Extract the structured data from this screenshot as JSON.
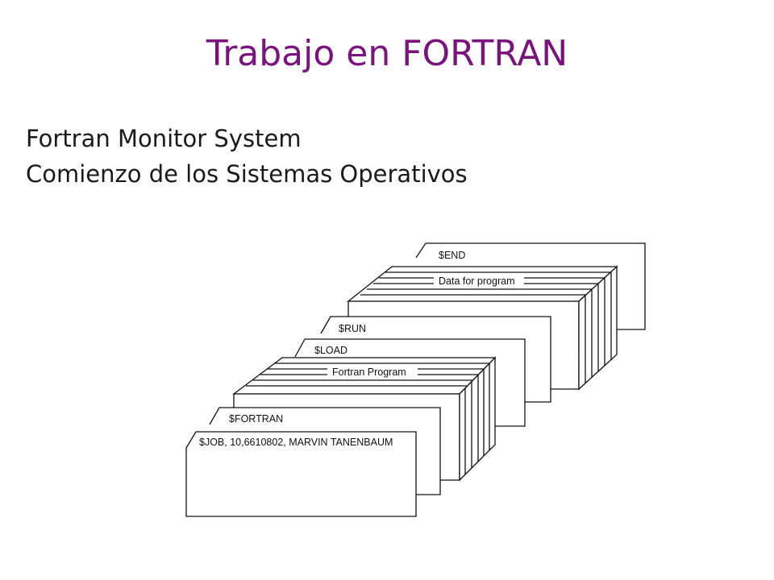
{
  "slide": {
    "title": "Trabajo en FORTRAN",
    "lines": [
      "Fortran Monitor System",
      "Comienzo de los Sistemas Operativos"
    ]
  },
  "diagram": {
    "cards": [
      {
        "id": "end",
        "label": "$END"
      },
      {
        "id": "data",
        "label": "Data for program"
      },
      {
        "id": "run",
        "label": "$RUN"
      },
      {
        "id": "load",
        "label": "$LOAD"
      },
      {
        "id": "program",
        "label": "Fortran Program"
      },
      {
        "id": "fortran",
        "label": "$FORTRAN"
      },
      {
        "id": "job",
        "label": "$JOB, 10,6610802, MARVIN TANENBAUM"
      }
    ]
  }
}
